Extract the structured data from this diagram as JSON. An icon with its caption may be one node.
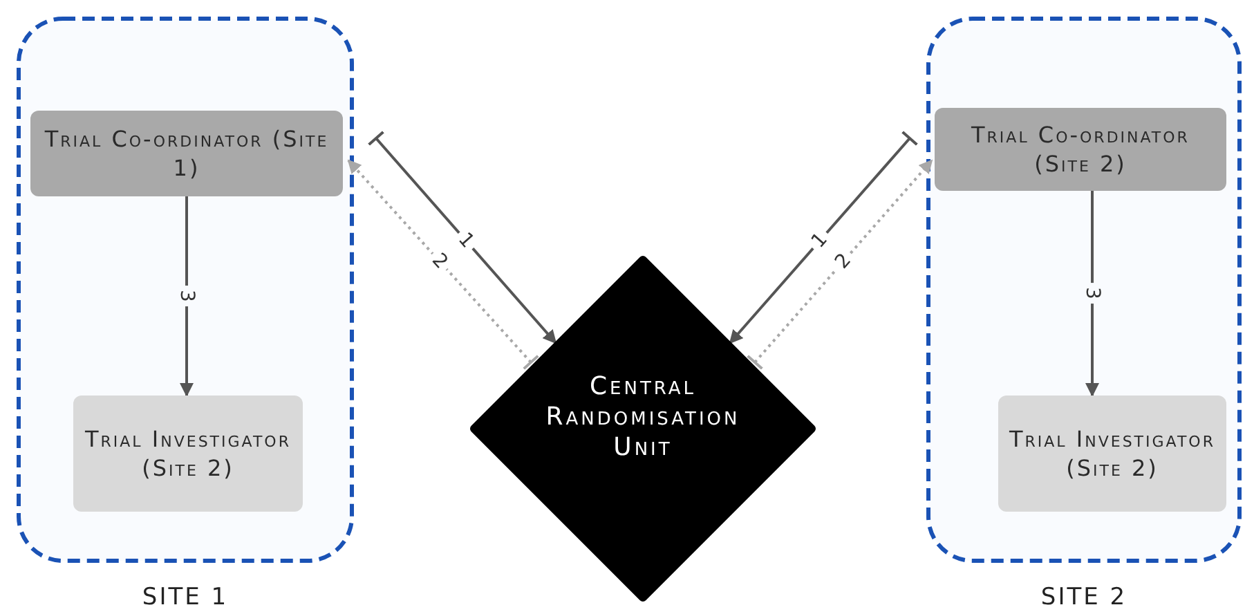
{
  "diagram": {
    "nodes": [
      {
        "text": [
          "SITE 1"
        ]
      },
      {
        "text": [
          "Trial Co-ordinator (Site 1)"
        ],
        "in": 0
      },
      {
        "text": [
          "Trial Investigator (Site 2)"
        ],
        "in": 0
      },
      {
        "text": [
          "Central Randomisation Unit"
        ]
      },
      {
        "text": [
          "SITE 2"
        ]
      },
      {
        "text": [
          "Trial Co-ordinator (Site 2)"
        ],
        "in": 4
      },
      {
        "text": [
          "Trial Investigator (Site 2)"
        ],
        "in": 4
      }
    ],
    "edges": [
      {
        "from": 1,
        "to": 3,
        "arrow": "to",
        "label": "1"
      },
      {
        "from": 3,
        "to": 1,
        "arrow": "to",
        "label": "2",
        "style": "dashed",
        "color": "#a8a8a8"
      },
      {
        "from": 1,
        "to": 2,
        "arrow": "to",
        "label": "3"
      },
      {
        "from": 5,
        "to": 3,
        "arrow": "to",
        "label": "1"
      },
      {
        "from": 3,
        "to": 5,
        "arrow": "to",
        "label": "2",
        "style": "dashed",
        "color": "#a8a8a8"
      },
      {
        "from": 5,
        "to": 6,
        "arrow": "to",
        "label": "3"
      }
    ]
  }
}
